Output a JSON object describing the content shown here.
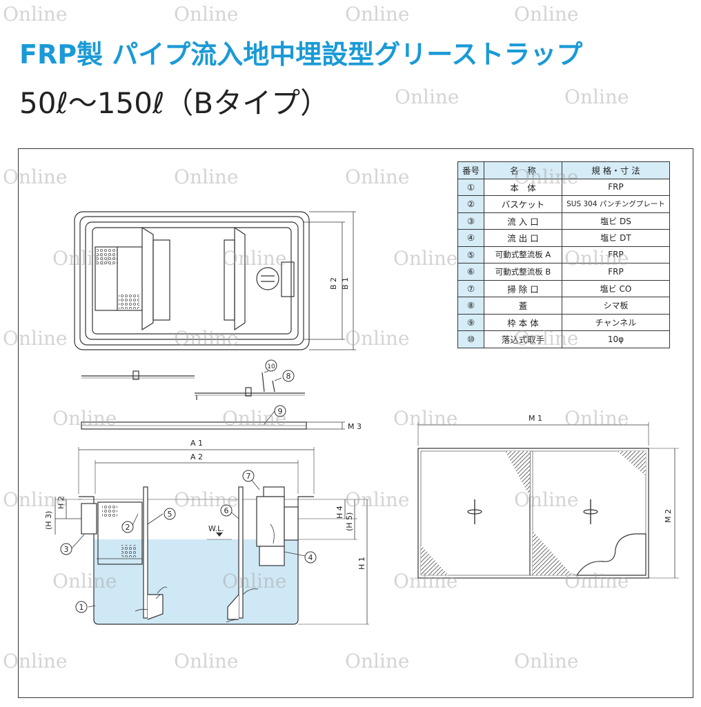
{
  "header": {
    "title": "FRP製 パイプ流入地中埋設型グリーストラップ",
    "subtitle": "50ℓ〜150ℓ（Bタイプ）"
  },
  "watermark_text": "Online",
  "parts_table": {
    "headers": {
      "no": "番号",
      "name": "名　称",
      "spec": "規 格・寸 法"
    },
    "rows": [
      {
        "no": "①",
        "name": "本　体",
        "spec": "FRP"
      },
      {
        "no": "②",
        "name": "バスケット",
        "spec": "SUS 304 パンチングプレート"
      },
      {
        "no": "③",
        "name": "流 入 口",
        "spec": "塩ビ DS"
      },
      {
        "no": "④",
        "name": "流 出 口",
        "spec": "塩ビ DT"
      },
      {
        "no": "⑤",
        "name": "可動式整流板 A",
        "spec": "FRP"
      },
      {
        "no": "⑥",
        "name": "可動式整流板 B",
        "spec": "FRP"
      },
      {
        "no": "⑦",
        "name": "掃 除 口",
        "spec": "塩ビ CO"
      },
      {
        "no": "⑧",
        "name": "蓋",
        "spec": "シマ板"
      },
      {
        "no": "⑨",
        "name": "枠 本 体",
        "spec": "チャンネル"
      },
      {
        "no": "⑩",
        "name": "落込式取手",
        "spec": "10φ"
      }
    ]
  },
  "dimensions": {
    "b2": "B 2",
    "b1": "B 1",
    "m3": "M 3",
    "a1": "A 1",
    "a2": "A 2",
    "h2": "H 2",
    "h3": "(H 3)",
    "h4": "H 4",
    "h5": "(H 5)",
    "h1": "H 1",
    "m1": "M 1",
    "m2": "M 2",
    "wl": "W.L."
  },
  "callouts": {
    "c1": "1",
    "c2": "2",
    "c3": "3",
    "c4": "4",
    "c5": "5",
    "c6": "6",
    "c7": "7",
    "c8": "8",
    "c9": "9",
    "c10": "10"
  },
  "colors": {
    "title": "#1a9ad6",
    "water": "#cfe8f5",
    "table_header": "#d6ecf7"
  }
}
